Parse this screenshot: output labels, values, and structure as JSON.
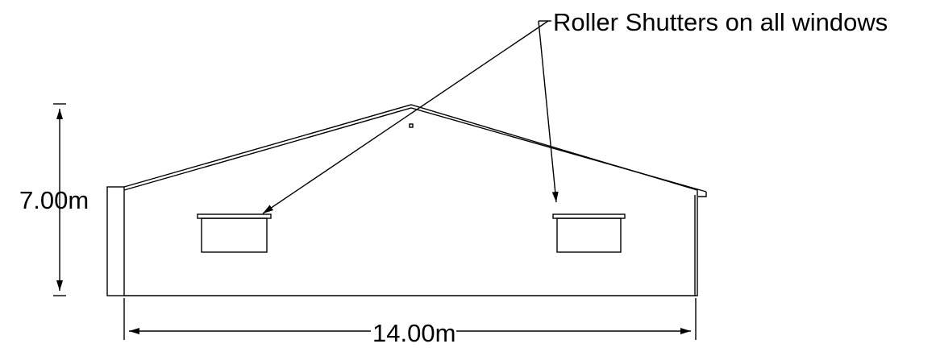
{
  "annotations": {
    "note": "Roller Shutters on all windows",
    "height_dimension": "7.00m",
    "width_dimension": "14.00m"
  },
  "colors": {
    "line": "#000000",
    "background": "#ffffff"
  }
}
